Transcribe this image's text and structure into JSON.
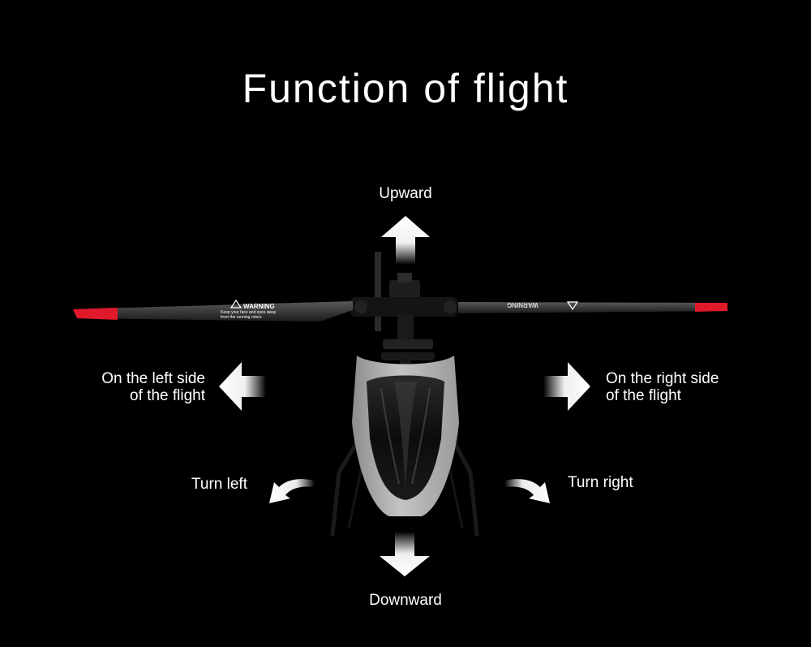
{
  "title": "Function of flight",
  "labels": {
    "upward": "Upward",
    "downward": "Downward",
    "left_side": [
      "On the left side",
      "of the flight"
    ],
    "right_side": [
      "On the right side",
      "of the flight"
    ],
    "turn_left": "Turn left",
    "turn_right": "Turn right"
  },
  "blade": {
    "warning": "WARNING",
    "warning_sub": [
      "Keep your face and eyes away",
      "from the running rotors"
    ]
  },
  "colors": {
    "background": "#000000",
    "text": "#ffffff",
    "blade_tip": "#e0192b",
    "body": "#a9a9ab"
  },
  "icons": {
    "up": "arrow-up-icon",
    "down": "arrow-down-icon",
    "left": "arrow-left-icon",
    "right": "arrow-right-icon",
    "turn_left": "curved-arrow-left-icon",
    "turn_right": "curved-arrow-right-icon"
  }
}
